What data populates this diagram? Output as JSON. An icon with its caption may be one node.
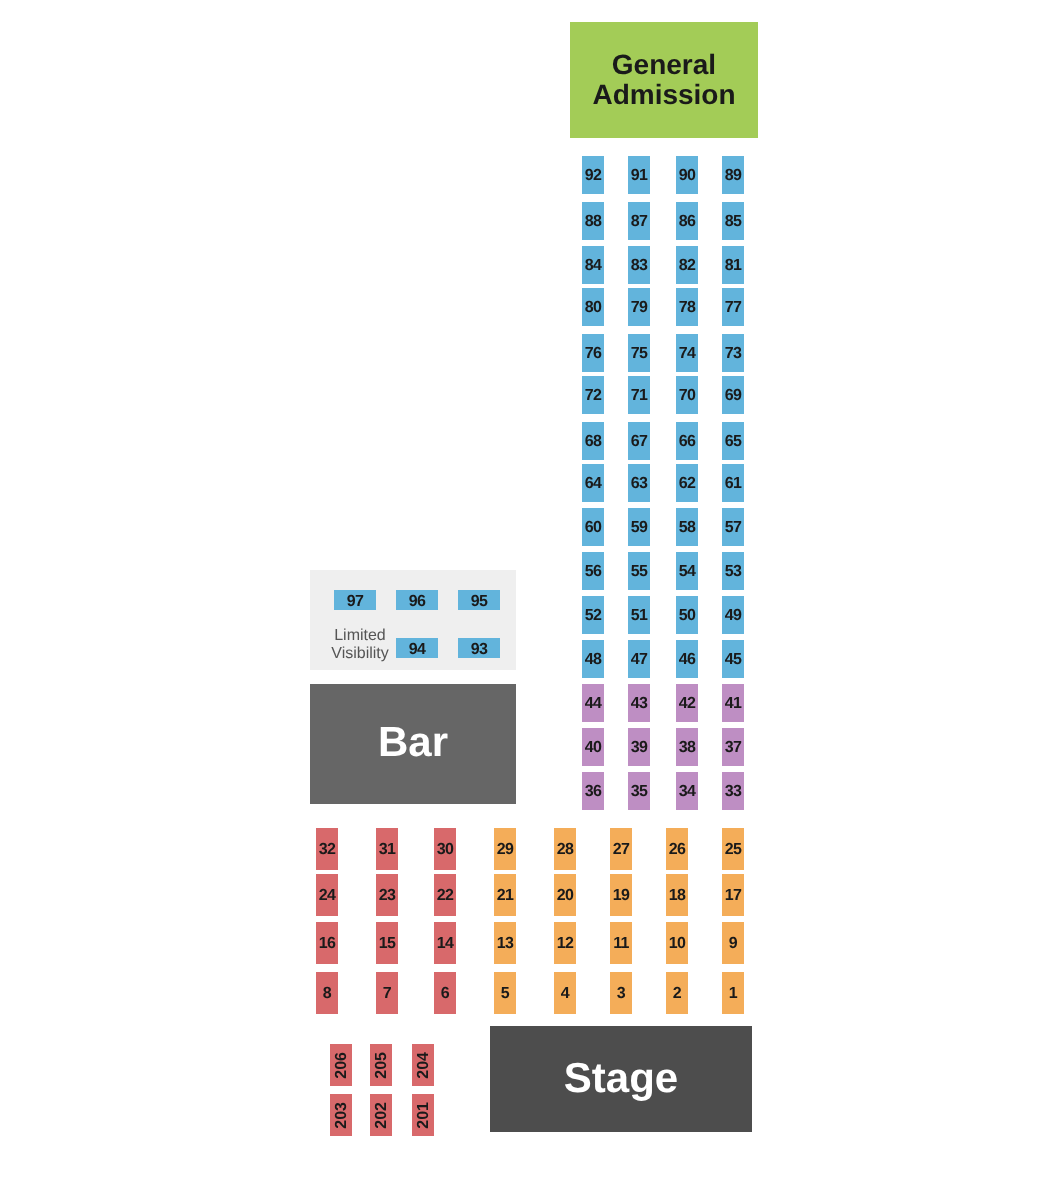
{
  "diagram": {
    "nodes": [
      {
        "text": [
          "General Admission"
        ]
      },
      {
        "text": [
          "92"
        ]
      },
      {
        "text": [
          "91"
        ]
      },
      {
        "text": [
          "90"
        ]
      },
      {
        "text": [
          "89"
        ]
      },
      {
        "text": [
          "88"
        ]
      },
      {
        "text": [
          "87"
        ]
      },
      {
        "text": [
          "86"
        ]
      },
      {
        "text": [
          "85"
        ]
      },
      {
        "text": [
          "84"
        ]
      },
      {
        "text": [
          "83"
        ]
      },
      {
        "text": [
          "82"
        ]
      },
      {
        "text": [
          "81"
        ]
      },
      {
        "text": [
          "80"
        ]
      },
      {
        "text": [
          "79"
        ]
      },
      {
        "text": [
          "78"
        ]
      },
      {
        "text": [
          "77"
        ]
      },
      {
        "text": [
          "76"
        ]
      },
      {
        "text": [
          "75"
        ]
      },
      {
        "text": [
          "74"
        ]
      },
      {
        "text": [
          "73"
        ]
      },
      {
        "text": [
          "72"
        ]
      },
      {
        "text": [
          "71"
        ]
      },
      {
        "text": [
          "70"
        ]
      },
      {
        "text": [
          "69"
        ]
      },
      {
        "text": [
          "68"
        ]
      },
      {
        "text": [
          "67"
        ]
      },
      {
        "text": [
          "66"
        ]
      },
      {
        "text": [
          "65"
        ]
      },
      {
        "text": [
          "64"
        ]
      },
      {
        "text": [
          "63"
        ]
      },
      {
        "text": [
          "62"
        ]
      },
      {
        "text": [
          "61"
        ]
      },
      {
        "text": [
          "60"
        ]
      },
      {
        "text": [
          "59"
        ]
      },
      {
        "text": [
          "58"
        ]
      },
      {
        "text": [
          "57"
        ]
      },
      {
        "text": [
          "56"
        ]
      },
      {
        "text": [
          "55"
        ]
      },
      {
        "text": [
          "54"
        ]
      },
      {
        "text": [
          "53"
        ]
      },
      {
        "text": [
          "Limited Visibility"
        ]
      },
      {
        "text": [
          "97"
        ],
        "in": 41
      },
      {
        "text": [
          "96"
        ],
        "in": 41
      },
      {
        "text": [
          "95"
        ],
        "in": 41
      },
      {
        "text": [
          "94"
        ],
        "in": 41
      },
      {
        "text": [
          "93"
        ],
        "in": 41
      },
      {
        "text": [
          "52"
        ]
      },
      {
        "text": [
          "51"
        ]
      },
      {
        "text": [
          "50"
        ]
      },
      {
        "text": [
          "49"
        ]
      },
      {
        "text": [
          "48"
        ]
      },
      {
        "text": [
          "47"
        ]
      },
      {
        "text": [
          "46"
        ]
      },
      {
        "text": [
          "45"
        ]
      },
      {
        "text": [
          "44"
        ]
      },
      {
        "text": [
          "43"
        ]
      },
      {
        "text": [
          "42"
        ]
      },
      {
        "text": [
          "41"
        ]
      },
      {
        "text": [
          "40"
        ]
      },
      {
        "text": [
          "39"
        ]
      },
      {
        "text": [
          "38"
        ]
      },
      {
        "text": [
          "37"
        ]
      },
      {
        "text": [
          "36"
        ]
      },
      {
        "text": [
          "35"
        ]
      },
      {
        "text": [
          "34"
        ]
      },
      {
        "text": [
          "33"
        ]
      },
      {
        "text": [
          "Bar"
        ]
      },
      {
        "text": [
          "32"
        ]
      },
      {
        "text": [
          "31"
        ]
      },
      {
        "text": [
          "30"
        ]
      },
      {
        "text": [
          "29"
        ]
      },
      {
        "text": [
          "28"
        ]
      },
      {
        "text": [
          "27"
        ]
      },
      {
        "text": [
          "26"
        ]
      },
      {
        "text": [
          "25"
        ]
      },
      {
        "text": [
          "24"
        ]
      },
      {
        "text": [
          "23"
        ]
      },
      {
        "text": [
          "22"
        ]
      },
      {
        "text": [
          "21"
        ]
      },
      {
        "text": [
          "20"
        ]
      },
      {
        "text": [
          "19"
        ]
      },
      {
        "text": [
          "18"
        ]
      },
      {
        "text": [
          "17"
        ]
      },
      {
        "text": [
          "16"
        ]
      },
      {
        "text": [
          "15"
        ]
      },
      {
        "text": [
          "14"
        ]
      },
      {
        "text": [
          "13"
        ]
      },
      {
        "text": [
          "12"
        ]
      },
      {
        "text": [
          "11"
        ]
      },
      {
        "text": [
          "10"
        ]
      },
      {
        "text": [
          "9"
        ]
      },
      {
        "text": [
          "8"
        ]
      },
      {
        "text": [
          "7"
        ]
      },
      {
        "text": [
          "6"
        ]
      },
      {
        "text": [
          "5"
        ]
      },
      {
        "text": [
          "4"
        ]
      },
      {
        "text": [
          "3"
        ]
      },
      {
        "text": [
          "2"
        ]
      },
      {
        "text": [
          "1"
        ]
      },
      {
        "text": [
          "Stage"
        ]
      },
      {
        "text": [
          "206"
        ]
      },
      {
        "text": [
          "205"
        ]
      },
      {
        "text": [
          "204"
        ]
      },
      {
        "text": [
          "203"
        ]
      },
      {
        "text": [
          "202"
        ]
      },
      {
        "text": [
          "201"
        ]
      }
    ]
  }
}
